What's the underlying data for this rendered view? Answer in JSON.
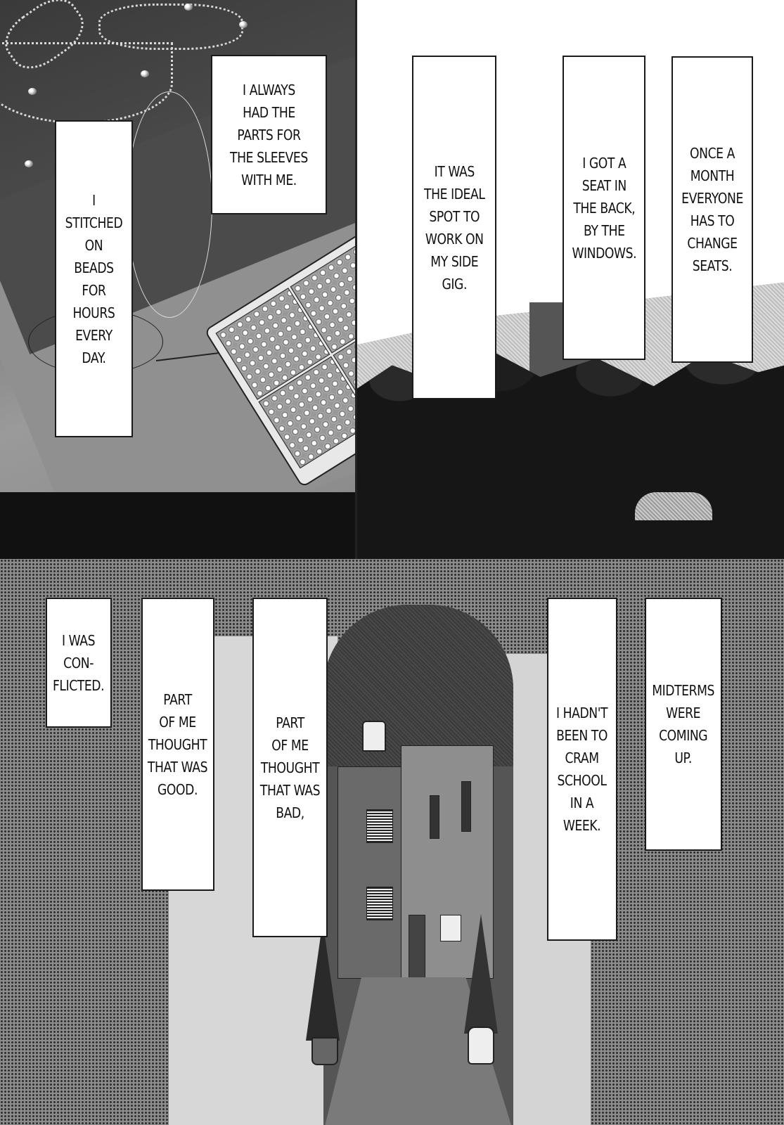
{
  "page": {
    "type": "manga page",
    "colors": {
      "caption_bg": "#ffffff",
      "caption_border": "#1a1a1a",
      "ink": "#111111",
      "halftone_dark": "#2c2c2c",
      "halftone_light": "#8c8c8c"
    }
  },
  "panels": {
    "beads": {
      "captions": [
        {
          "text": "I ALWAYS\nHAD THE\nPARTS FOR\nTHE SLEEVES\nWITH ME."
        },
        {
          "text": "I\nSTITCHED\nON\nBEADS\nFOR\nHOURS\nEVERY\nDAY."
        }
      ]
    },
    "school": {
      "captions": [
        {
          "text": "IT WAS\nTHE IDEAL\nSPOT TO\nWORK ON\nMY SIDE\nGIG."
        },
        {
          "text": "I GOT A\nSEAT IN\nTHE BACK,\nBY THE\nWINDOWS."
        },
        {
          "text": "ONCE A\nMONTH\nEVERYONE\nHAS TO\nCHANGE\nSEATS."
        }
      ]
    },
    "alley": {
      "captions": [
        {
          "text": "I WAS\nCON-\nFLICTED."
        },
        {
          "text": "PART\nOF ME\nTHOUGHT\nTHAT WAS\nGOOD."
        },
        {
          "text": "PART\nOF ME\nTHOUGHT\nTHAT WAS\nBAD,"
        },
        {
          "text": "I HADN'T\nBEEN TO\nCRAM\nSCHOOL\nIN A\nWEEK."
        },
        {
          "text": "MIDTERMS\nWERE\nCOMING\nUP."
        }
      ]
    }
  }
}
